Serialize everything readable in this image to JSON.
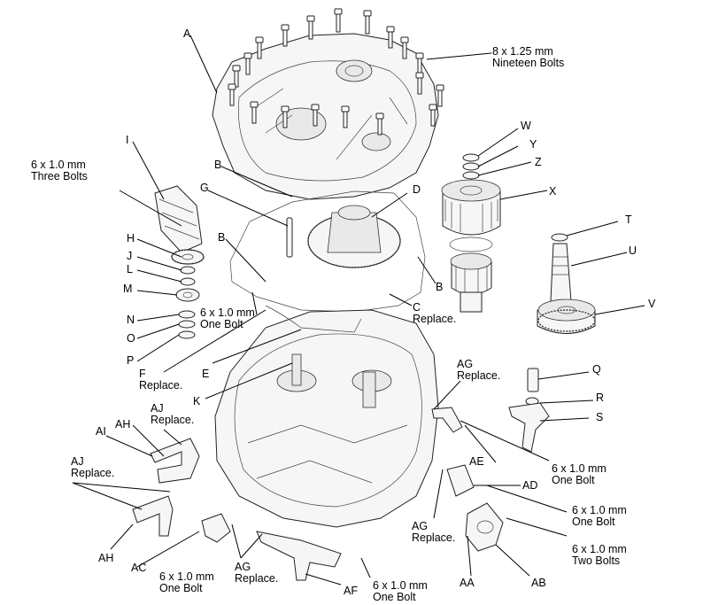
{
  "labels": {
    "A": "A",
    "B1": "B",
    "B2": "B",
    "B3": "B",
    "C": "C",
    "C_note": "Replace.",
    "D": "D",
    "E": "E",
    "F": "F",
    "F_note": "Replace.",
    "G": "G",
    "H": "H",
    "I": "I",
    "J": "J",
    "K": "K",
    "L": "L",
    "M": "M",
    "N": "N",
    "O": "O",
    "P": "P",
    "Q": "Q",
    "R": "R",
    "S": "S",
    "T": "T",
    "U": "U",
    "V": "V",
    "W": "W",
    "X": "X",
    "Y": "Y",
    "Z": "Z",
    "AA": "AA",
    "AB": "AB",
    "AC": "AC",
    "AD": "AD",
    "AE": "AE",
    "AF": "AF",
    "AG1": "AG",
    "AG1_note": "Replace.",
    "AG2": "AG",
    "AG2_note": "Replace.",
    "AG3": "AG",
    "AG3_note": "Replace.",
    "AH1": "AH",
    "AH2": "AH",
    "AI": "AI",
    "AJ1": "AJ",
    "AJ1_note": "Replace.",
    "AJ2": "AJ",
    "AJ2_note": "Replace."
  },
  "notes": {
    "bolts_19": [
      "8 x 1.25 mm",
      "Nineteen Bolts"
    ],
    "bolts_3": [
      "6 x 1.0 mm",
      "Three Bolts"
    ],
    "bolt_one_C": [
      "6 x 1.0 mm",
      "One Bolt"
    ],
    "bolt_one_AE": [
      "6 x 1.0 mm",
      "One Bolt"
    ],
    "bolt_one_AD": [
      "6 x 1.0 mm",
      "One Bolt"
    ],
    "bolts_two_AB": [
      "6 x 1.0 mm",
      "Two Bolts"
    ],
    "bolt_one_AC": [
      "6 x 1.0 mm",
      "One Bolt"
    ],
    "bolt_one_AF": [
      "6 x 1.0 mm",
      "One Bolt"
    ]
  }
}
